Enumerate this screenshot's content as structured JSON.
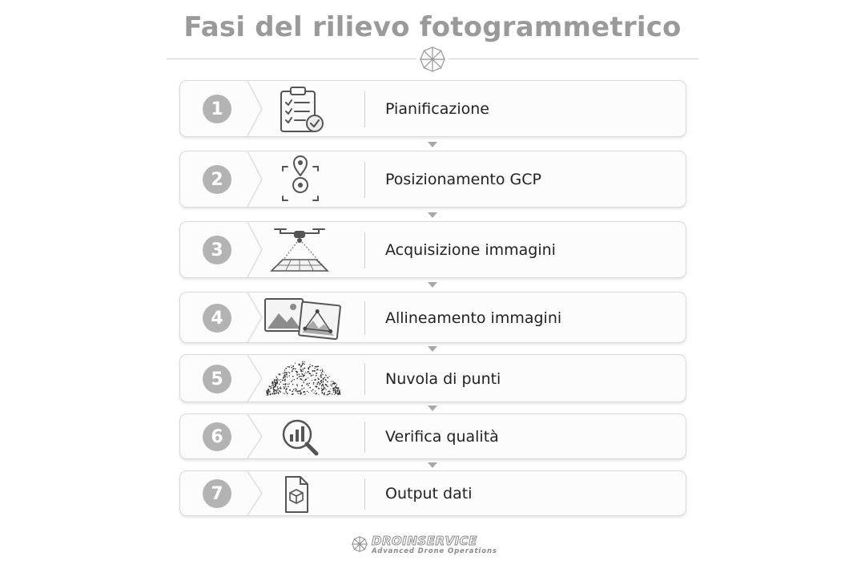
{
  "title": "Fasi del rilievo fotogrammetrico",
  "steps": [
    {
      "number": "1",
      "label": "Pianificazione",
      "icon": "clipboard-checklist-icon"
    },
    {
      "number": "2",
      "label": "Posizionamento GCP",
      "icon": "gcp-target-pin-icon"
    },
    {
      "number": "3",
      "label": "Acquisizione immagini",
      "icon": "drone-capture-icon"
    },
    {
      "number": "4",
      "label": "Allineamento immagini",
      "icon": "image-alignment-icon"
    },
    {
      "number": "5",
      "label": "Nuvola di punti",
      "icon": "point-cloud-icon"
    },
    {
      "number": "6",
      "label": "Verifica qualità",
      "icon": "quality-check-magnifier-icon"
    },
    {
      "number": "7",
      "label": "Output dati",
      "icon": "output-file-cube-icon"
    }
  ],
  "brand": {
    "name": "DROINSERVICE",
    "tagline": "Advanced Drone Operations"
  },
  "colors": {
    "background": "#ffffff",
    "card": "#fcfcfc",
    "accent": "#b3b3b3",
    "text": "#222222",
    "title": "#9a9a9a"
  }
}
